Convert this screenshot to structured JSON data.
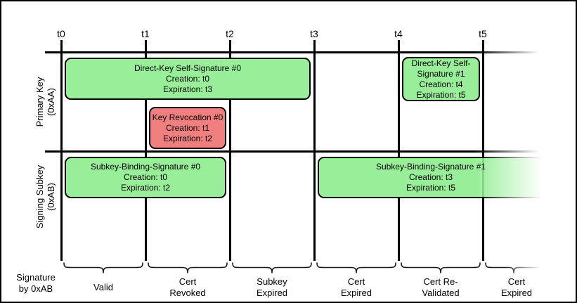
{
  "timeline": {
    "ticks": [
      "t0",
      "t1",
      "t2",
      "t3",
      "t4",
      "t5"
    ]
  },
  "tracks": {
    "primary": {
      "label": "Primary Key\n(0xAA)"
    },
    "subkey": {
      "label": "Signing Subkey\n(0xAB)"
    }
  },
  "boxes": {
    "dks0": {
      "title": "Direct-Key Self-Signature #0",
      "creation": "Creation: t0",
      "expiration": "Expiration: t3",
      "status": "valid"
    },
    "rev0": {
      "title": "Key Revocation #0",
      "creation": "Creation: t1",
      "expiration": "Expiration: t2",
      "status": "revocation"
    },
    "dks1": {
      "title": "Direct-Key Self-Signature #1",
      "creation": "Creation: t4",
      "expiration": "Expiration: t5",
      "status": "valid"
    },
    "sbs0": {
      "title": "Subkey-Binding-Signature #0",
      "creation": "Creation: t0",
      "expiration": "Expiration: t2",
      "status": "valid"
    },
    "sbs1": {
      "title": "Subkey-Binding-Signature #1",
      "creation": "Creation: t3",
      "expiration": "Expiration: t5",
      "status": "valid"
    }
  },
  "legend": {
    "axis_caption": "Signature\nby 0xAB",
    "segments": [
      "Valid",
      "Cert\nRevoked",
      "Subkey\nExpired",
      "Cert\nExpired",
      "Cert Re-\nValidated",
      "Cert\nExpired"
    ]
  },
  "colors": {
    "valid_fill": "#99ee99",
    "revocation_fill": "#f08080",
    "line": "#000000",
    "background": "#ffffff"
  }
}
